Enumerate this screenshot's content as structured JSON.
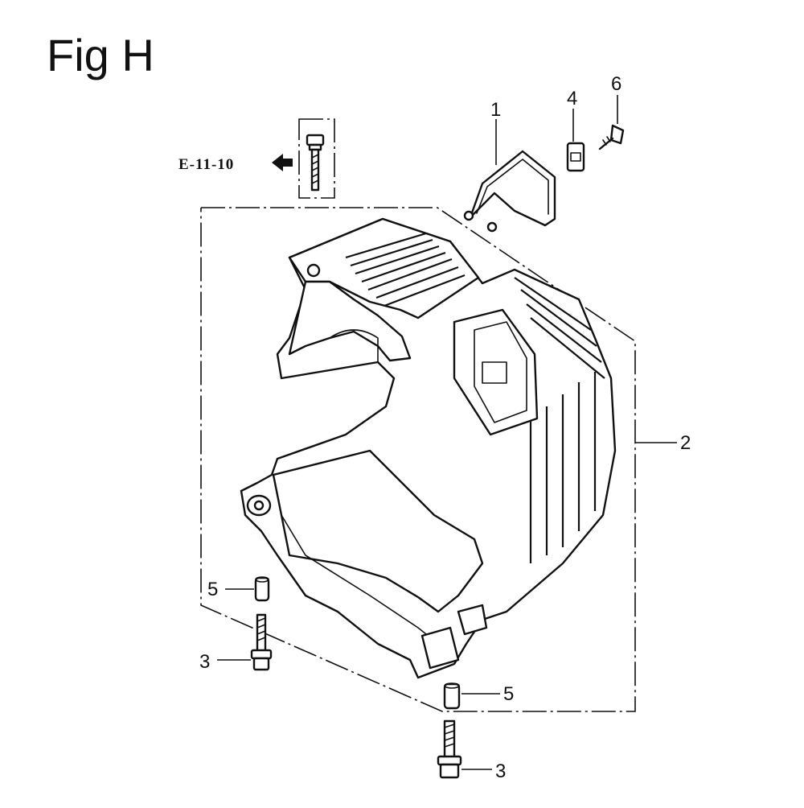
{
  "figure": {
    "title": "Fig H",
    "reference": "E-11-10"
  },
  "callouts": [
    {
      "id": "c1",
      "label": "1"
    },
    {
      "id": "c2",
      "label": "2"
    },
    {
      "id": "c3a",
      "label": "3"
    },
    {
      "id": "c3b",
      "label": "3"
    },
    {
      "id": "c4",
      "label": "4"
    },
    {
      "id": "c5a",
      "label": "5"
    },
    {
      "id": "c5b",
      "label": "5"
    },
    {
      "id": "c6",
      "label": "6"
    }
  ]
}
